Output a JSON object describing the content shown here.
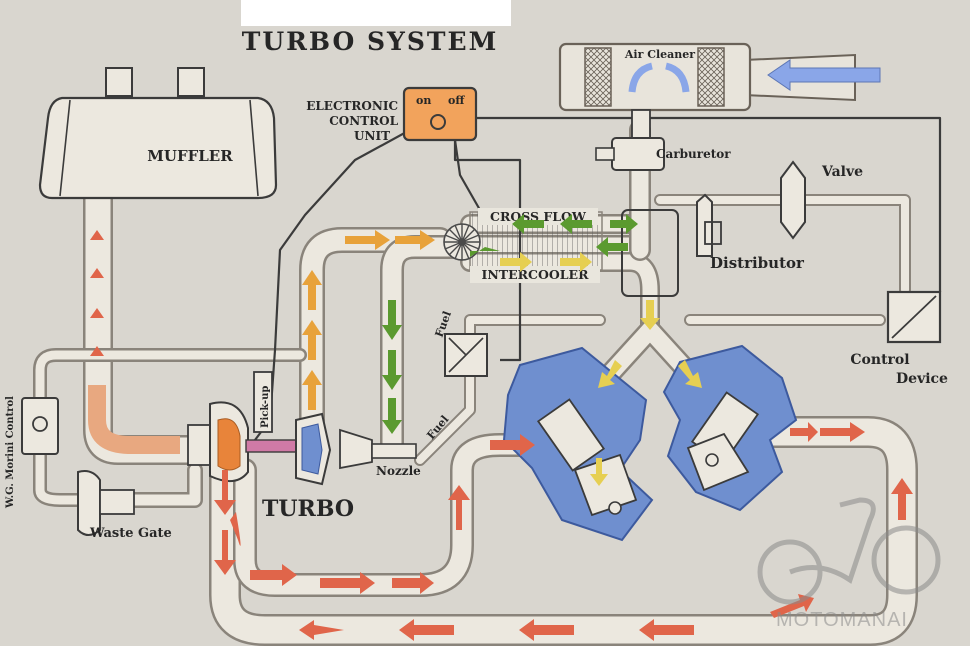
{
  "diagram": {
    "title": "TURBO SYSTEM",
    "labels": {
      "muffler": "MUFFLER",
      "ecu_line1": "ELECTRONIC",
      "ecu_line2": "CONTROL",
      "ecu_line3": "UNIT",
      "ecu_on": "on",
      "ecu_off": "off",
      "air_cleaner": "Air Cleaner",
      "carburetor": "Carburetor",
      "valve": "Valve",
      "cross_flow": "CROSS FLOW",
      "intercooler": "INTERCOOLER",
      "distributor": "Distributor",
      "fuel_upper": "Fuel",
      "fuel_lower": "Fuel",
      "pickup": "Pick-up",
      "nozzle": "Nozzle",
      "turbo": "TURBO",
      "waste_gate": "Waste Gate",
      "wg_control": "W.G. Morini Control",
      "control_device_line1": "Control",
      "control_device_line2": "Device"
    },
    "watermark": "MOTOMANAI",
    "colors": {
      "background": "#d9d6cf",
      "exhaust_arrow": "#e0654a",
      "intake_arrow_orange": "#e8a23a",
      "intake_arrow_green": "#5b9a2f",
      "mixture_arrow_yellow": "#e6cf52",
      "engine_blue": "#6f8fcf",
      "ecu_orange": "#f2a35c",
      "air_arrow_blue": "#8aa6e8"
    }
  }
}
